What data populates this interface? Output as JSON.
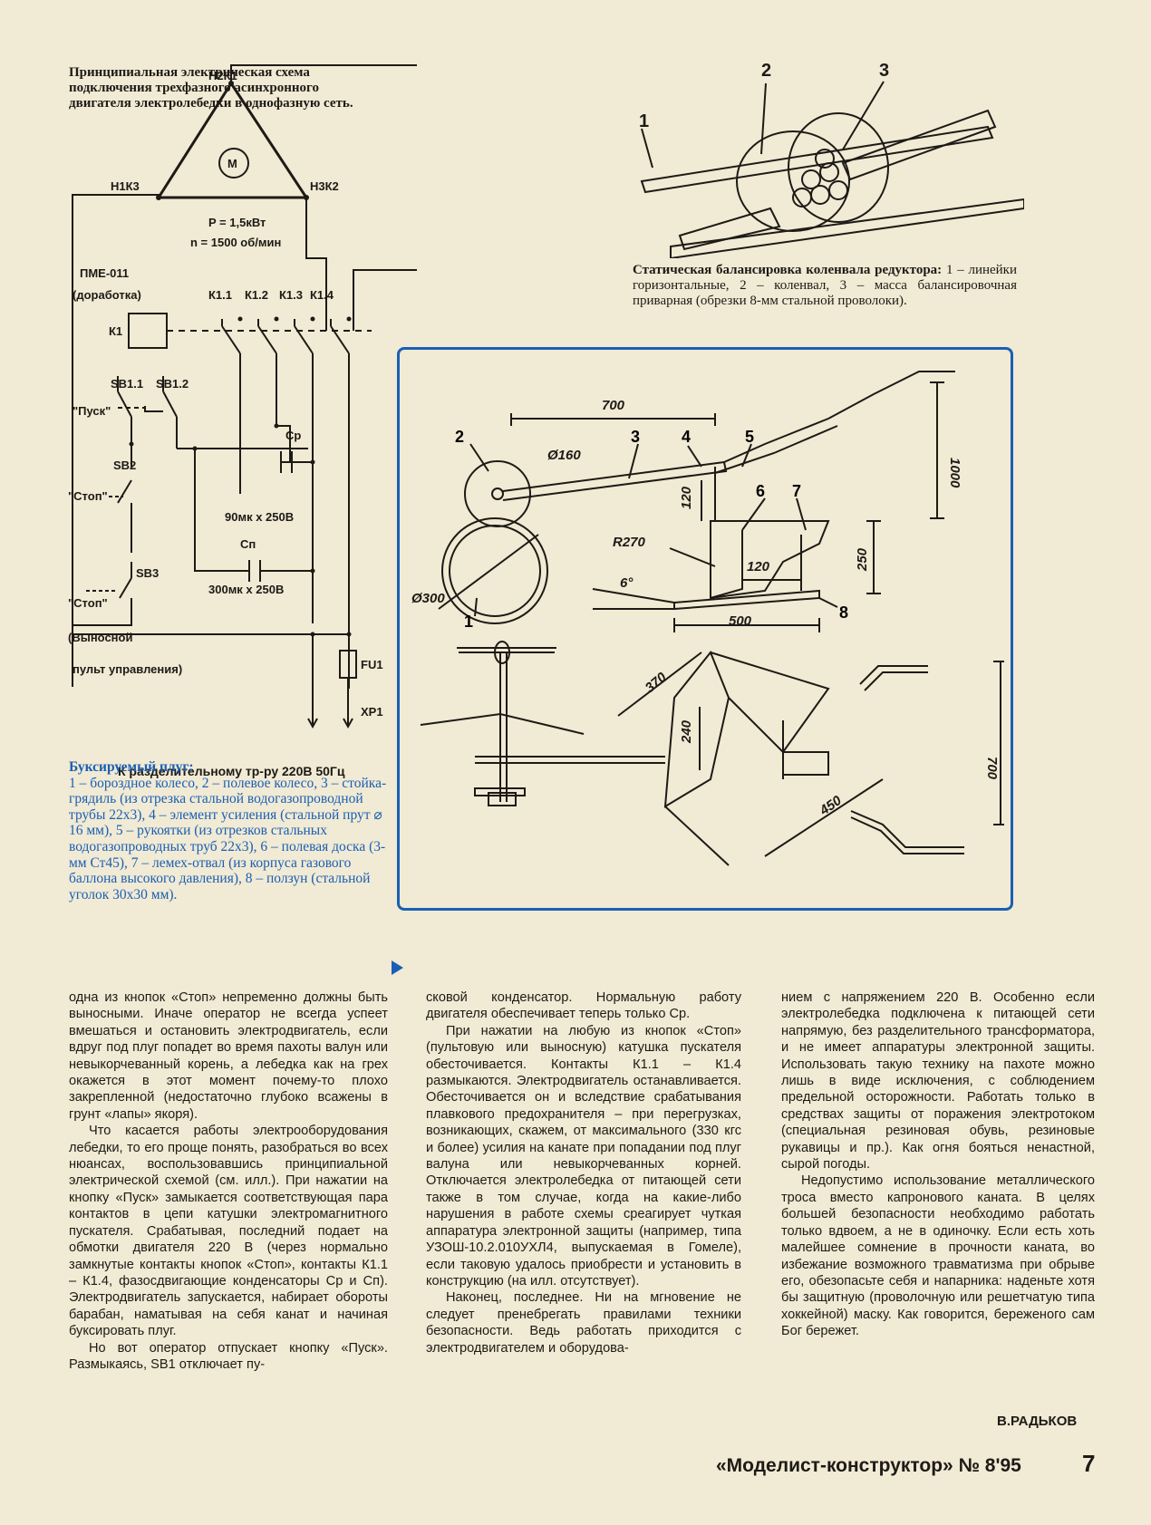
{
  "circuit": {
    "caption": "Принципиальная электрическая схема подключения трехфазного асинхронного двигателя электролебедки в однофазную сеть.",
    "motor_symbol": "M",
    "terminal_h2k1": "Н2К1",
    "terminal_h1k3": "Н1К3",
    "terminal_h3k2": "Н3К2",
    "power": "P = 1,5кВт",
    "speed": "n = 1500 об/мин",
    "starter_name": "ПМЕ-011",
    "starter_note": "(доработка)",
    "coil": "К1",
    "contacts": [
      "К1.1",
      "К1.2",
      "К1.3",
      "К1.4"
    ],
    "sb11": "SB1.1",
    "sb12": "SB1.2",
    "pusk": "\"Пуск\"",
    "sb2": "SB2",
    "stop1": "\"Стоп\"",
    "sb3": "SB3",
    "stop2": "\"Стоп\"",
    "remote_label": "(Выносной",
    "remote_label2": "пульт управления)",
    "cp_label": "Ср",
    "cp_value": "90мк х 250В",
    "cn_label": "Сп",
    "cn_value": "300мк х 250В",
    "fuse": "FU1",
    "plug": "XP1",
    "supply": "К разделительному тр-ру 220В   50Гц"
  },
  "crankshaft": {
    "label1": "1",
    "label2": "2",
    "label3": "3",
    "caption_title": "Статическая балансировка коленвала редуктора:",
    "caption_body": "1 – линейки горизонтальные, 2 – коленвал, 3 – масса балансировочная приварная (обрезки 8-мм стальной проволоки)."
  },
  "plow": {
    "dims": {
      "d700": "700",
      "d1000": "1000",
      "d160": "Ø160",
      "d120a": "120",
      "d120b": "120",
      "r270": "R270",
      "d250": "250",
      "angle": "6°",
      "d300": "Ø300",
      "d500": "500",
      "d370": "370",
      "d240": "240",
      "d450": "450",
      "d700b": "700"
    },
    "labels": [
      "1",
      "2",
      "3",
      "4",
      "5",
      "6",
      "7",
      "8"
    ],
    "caption_title": "Буксируемый плуг:",
    "caption_body": "1 – бороздное колесо, 2 – полевое колесо, 3 – стойка-грядиль (из отрезка стальной водогазопроводной трубы 22х3), 4 – элемент усиления (стальной прут ⌀ 16 мм), 5 – рукоятки (из отрезков стальных водогазопроводных труб 22х3), 6 – полевая доска (3-мм Ст45), 7 – лемех-отвал (из корпуса газового баллона высокого давления), 8 – ползун (стальной уголок 30х30 мм).",
    "accent_color": "#1a5fb4"
  },
  "columns": {
    "col1": [
      "одна из кнопок «Стоп» непременно должны быть выносными. Иначе оператор не всегда успеет вмешаться и остановить электродвигатель, если вдруг под плуг попадет во время пахоты валун или невыкорчеванный корень, а лебедка как на грех окажется в этот момент почему-то плохо закрепленной (недостаточно глубоко всажены в грунт «лапы» якоря).",
      "Что касается работы электрооборудования лебедки, то его проще понять, разобраться во всех нюансах, воспользовавшись принципиальной электрической схемой (см. илл.). При нажатии на кнопку «Пуск» замыкается соответствующая пара контактов в цепи катушки электромагнитного пускателя. Срабатывая, последний подает на обмотки двигателя 220 В (через нормально замкнутые контакты кнопок «Стоп», контакты К1.1 – К1.4, фазосдвигающие конденсаторы Ср и Сп). Электродвигатель запускается, набирает обороты барабан, наматывая на себя канат и начиная буксировать плуг.",
      "Но вот оператор отпускает кнопку «Пуск». Размыкаясь, SB1 отключает пу-"
    ],
    "col2": [
      "сковой конденсатор. Нормальную работу двигателя обеспечивает теперь только Ср.",
      "При нажатии на любую из кнопок «Стоп» (пультовую или выносную) катушка пускателя обесточивается. Контакты К1.1 – К1.4 размыкаются. Электродвигатель останавливается. Обесточивается он и вследствие срабатывания плавкового предохранителя – при перегрузках, возникающих, скажем, от максимального (330 кгс и более) усилия на канате при попадании под плуг валуна или невыкорчеванных корней. Отключается электролебедка от питающей сети также в том случае, когда на какие-либо нарушения в работе схемы среагирует чуткая аппаратура электронной защиты (например, типа УЗОШ-10.2.010УХЛ4, выпускаемая в Гомеле), если таковую удалось приобрести и установить в конструкцию (на илл. отсутствует).",
      "Наконец, последнее. Ни на мгновение не следует пренебрегать правилами техники безопасности. Ведь работать приходится с электродвигателем и оборудова-"
    ],
    "col3": [
      "нием с напряжением 220 В. Особенно если электролебедка подключена к питающей сети напрямую, без разделительного трансформатора, и не имеет аппаратуры электронной защиты. Использовать такую технику на пахоте можно лишь в виде исключения, с соблюдением предельной осторожности. Работать только в средствах защиты от поражения электротоком (специальная резиновая обувь, резиновые рукавицы и пр.). Как огня бояться ненастной, сырой погоды.",
      "Недопустимо использование металлического троса вместо капронового каната. В целях большей безопасности необходимо работать только вдвоем, а не в одиночку. Если есть хоть малейшее сомнение в прочности каната, во избежание возможного травматизма при обрыве его, обезопасьте себя и напарника: наденьте хотя бы защитную (проволочную или решетчатую типа хоккейной) маску. Как говорится, береженого сам Бог бережет."
    ],
    "author": "В.РАДЬКОВ"
  },
  "footer": {
    "magazine": "«Моделист-конструктор» № 8'95",
    "page": "7"
  }
}
